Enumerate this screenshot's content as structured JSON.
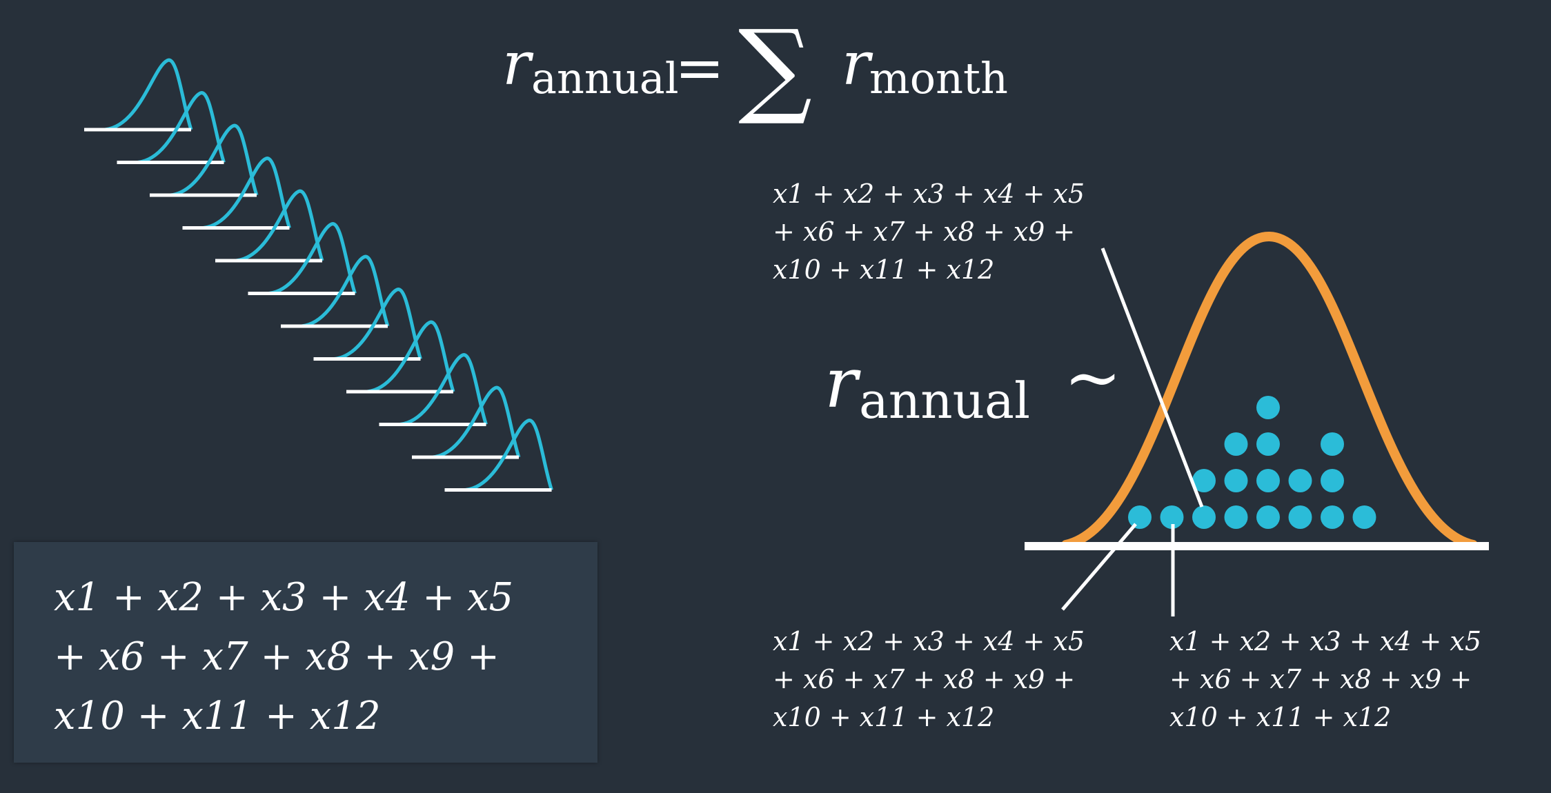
{
  "formula": {
    "r_symbol": "r",
    "annual_subscript": "annual",
    "equals": "=",
    "sigma": "∑",
    "month_subscript": "month"
  },
  "distribution_label": {
    "r_symbol": "r",
    "annual_subscript": "annual",
    "tilde": "~"
  },
  "sum_lines": [
    "x1 + x2 + x3 + x4 + x5",
    "+ x6 + x7 + x8 + x9 +",
    "x10 + x11 + x12"
  ],
  "monthly_distribution_count": 12,
  "dot_histogram_counts": [
    1,
    1,
    2,
    3,
    4,
    2,
    3,
    1
  ],
  "colors": {
    "background": "#27303a",
    "box": "#2f3c49",
    "monthly_curve": "#2bbcd8",
    "bell_curve": "#f29c3c",
    "dots": "#2bbcd8",
    "lines": "#ffffff"
  }
}
